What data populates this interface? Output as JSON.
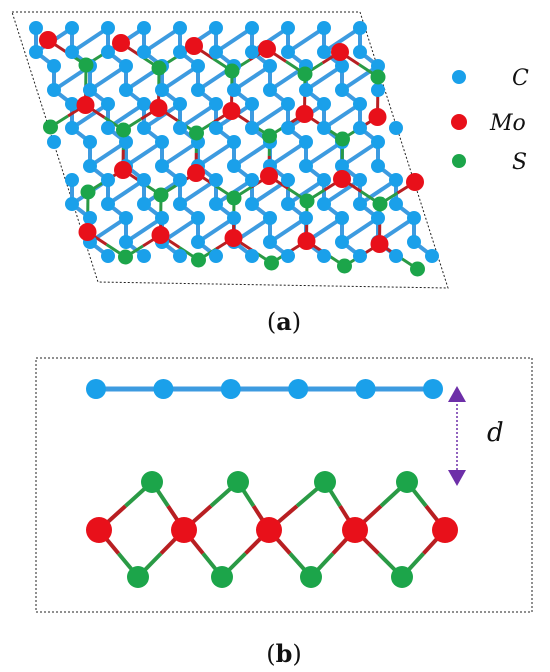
{
  "legend": {
    "items": [
      {
        "key": "C",
        "label": "C",
        "color": "#1aa0ea"
      },
      {
        "key": "Mo",
        "label": "Mo",
        "color": "#e8101a"
      },
      {
        "key": "S",
        "label": "S",
        "color": "#1ca54a"
      }
    ]
  },
  "panels": {
    "a": {
      "label": "(a)",
      "letter": "a"
    },
    "b": {
      "label": "(b)",
      "letter": "b",
      "distance_label": "d"
    }
  },
  "colors": {
    "carbon": "#1aa0ea",
    "molybdenum": "#e8101a",
    "sulfur": "#1ca54a",
    "carbon_bond": "#3d9be0",
    "mos_bond_red": "#b81f22",
    "mos_bond_green": "#2a9a45",
    "arrow": "#6d2fa8",
    "cell_border": "#222222"
  }
}
